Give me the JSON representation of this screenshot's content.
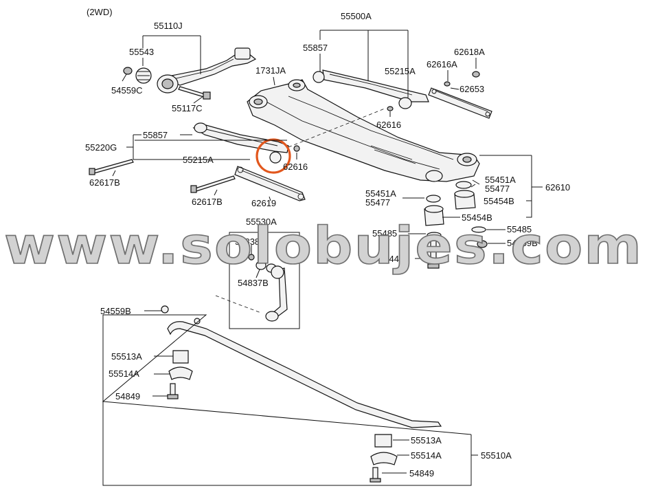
{
  "diagram": {
    "variant_note": "(2WD)",
    "watermark": "www.solobujes.com",
    "highlight_color": "#e2571d",
    "callouts": {
      "c55110J": "55110J",
      "c55543": "55543",
      "c54559C": "54559C",
      "c55117C": "55117C",
      "c55500A": "55500A",
      "c55857a": "55857",
      "c55215Aa": "55215A",
      "c62618A": "62618A",
      "c62616A": "62616A",
      "c62653": "62653",
      "c1731JA": "1731JA",
      "c62616a": "62616",
      "c55857b": "55857",
      "c55220G": "55220G",
      "c55215Ab": "55215A",
      "c62616b": "62616",
      "c62617Ba": "62617B",
      "c62617Bb": "62617B",
      "c62619": "62619",
      "c55451Aa": "55451A",
      "c55477a": "55477",
      "c62610": "62610",
      "c55451Ab": "55451A",
      "c55477b": "55477",
      "c55454Ba": "55454B",
      "c55454Bb": "55454B",
      "c55485a": "55485",
      "c55485b": "55485",
      "c54559Ba": "54559B",
      "c55448": "55448",
      "c55530A": "55530A",
      "c54838": "54838",
      "c54837B": "54837B",
      "c54559Bb": "54559B",
      "c55513Aa": "55513A",
      "c55514Aa": "55514A",
      "c54849a": "54849",
      "c55513Ab": "55513A",
      "c55514Ab": "55514A",
      "c54849b": "54849",
      "c55510A": "55510A"
    }
  }
}
